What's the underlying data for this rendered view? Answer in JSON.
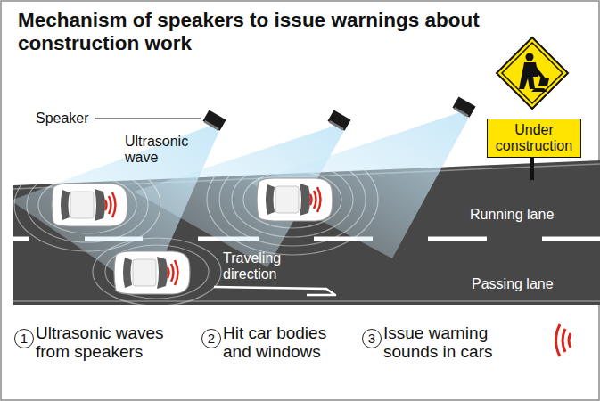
{
  "diagram": {
    "title": "Mechanism of speakers to issue warnings about construction work",
    "nodes": [
      {
        "text": [
          "Under construction"
        ]
      }
    ],
    "labels": [
      "Speaker",
      "Ultrasonic wave",
      "Running lane",
      "Traveling direction",
      "Passing lane",
      "1",
      "Ultrasonic waves from speakers",
      "2",
      "Hit car bodies and windows",
      "3",
      "Issue warning sounds in cars"
    ]
  }
}
